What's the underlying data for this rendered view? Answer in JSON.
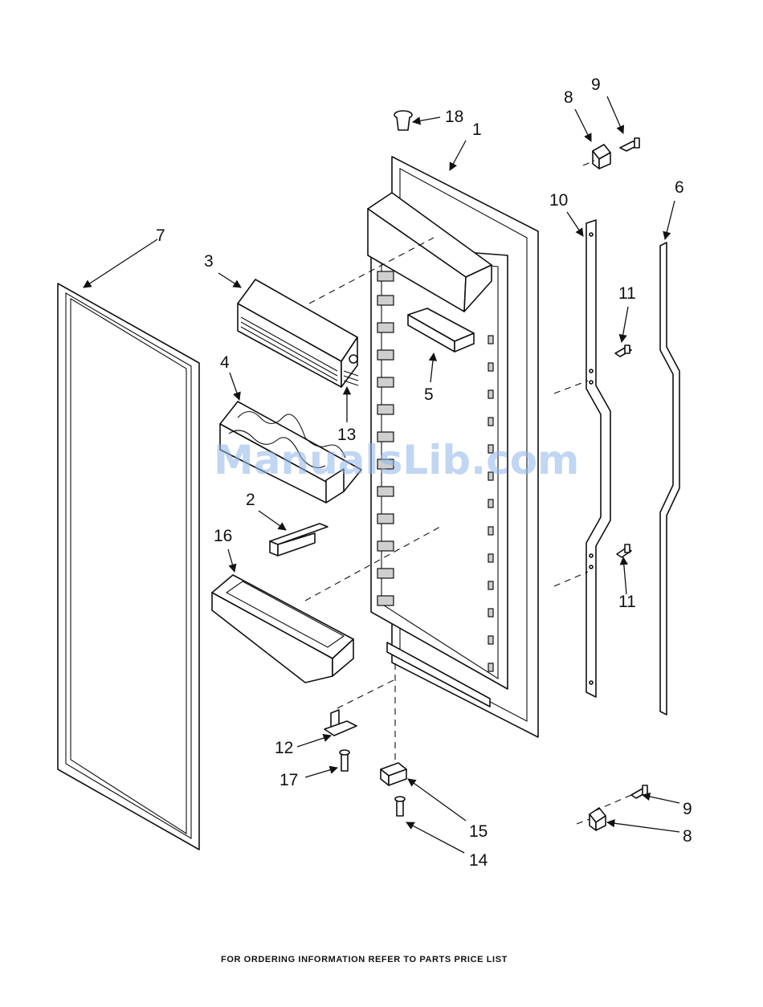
{
  "footer": {
    "text": "FOR ORDERING INFORMATION REFER TO PARTS PRICE LIST"
  },
  "watermark": {
    "text": "ManualsLib.com"
  },
  "callouts": [
    "1",
    "2",
    "3",
    "4",
    "5",
    "6",
    "7",
    "8",
    "8",
    "9",
    "9",
    "10",
    "11",
    "11",
    "12",
    "13",
    "14",
    "15",
    "16",
    "17",
    "18"
  ],
  "colors": {
    "line": "#111111",
    "watermark": "#8fb6e8"
  }
}
